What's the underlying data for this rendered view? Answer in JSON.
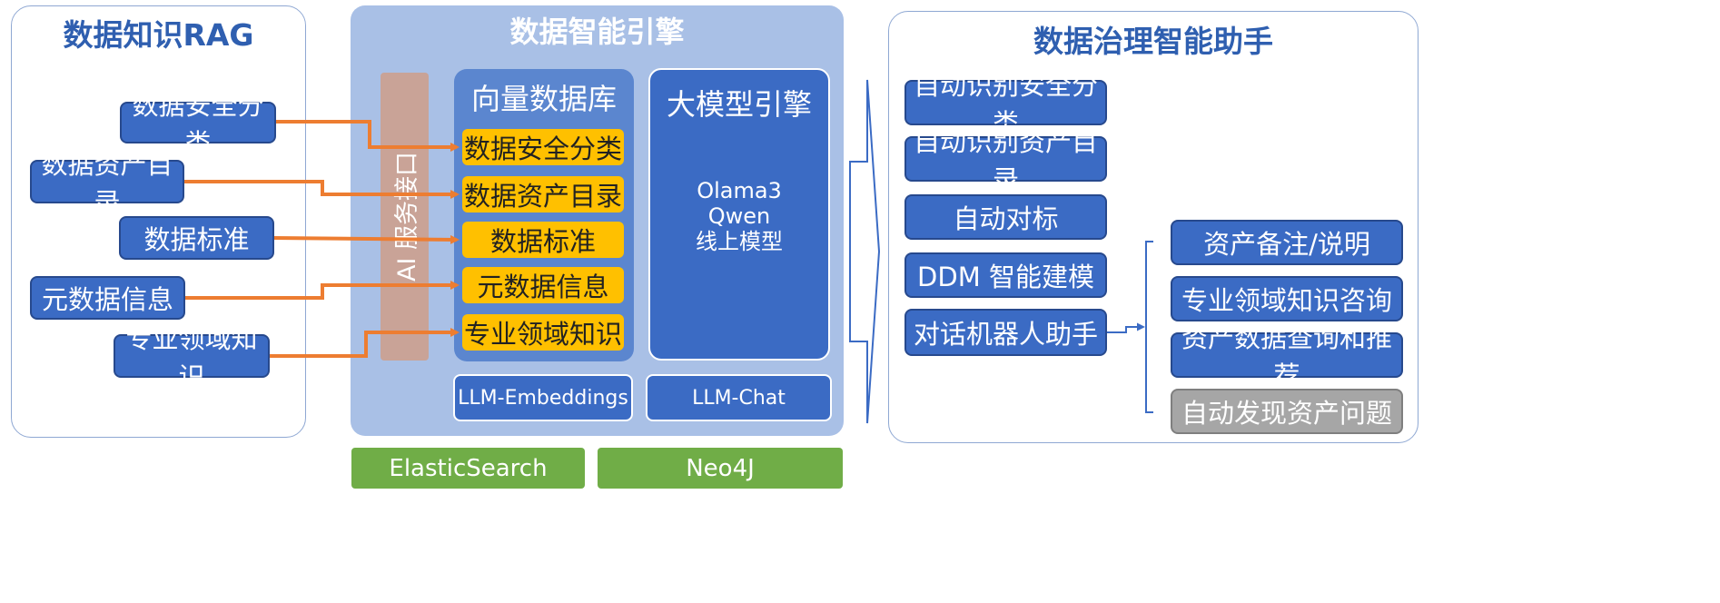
{
  "left_panel": {
    "title": "数据知识RAG",
    "items": [
      "数据安全分类",
      "数据资产目录",
      "数据标准",
      "元数据信息",
      "专业领域知识"
    ]
  },
  "engine": {
    "title": "数据智能引擎",
    "ai_interface": "AI 服务接口",
    "vector_db": {
      "title": "向量数据库",
      "items": [
        "数据安全分类",
        "数据资产目录",
        "数据标准",
        "元数据信息",
        "专业领域知识"
      ]
    },
    "llm_engine": {
      "title": "大模型引擎",
      "models": [
        "Olama3",
        "Qwen",
        "线上模型"
      ]
    },
    "embeddings_label": "LLM-Embeddings",
    "chat_label": "LLM-Chat"
  },
  "bottom": {
    "es": "ElasticSearch",
    "neo4j": "Neo4J"
  },
  "right_panel": {
    "title": "数据治理智能助手",
    "items": [
      "自动识别安全分类",
      "自动识别资产目录",
      "自动对标",
      "DDM 智能建模",
      "对话机器人助手"
    ],
    "sub_items": [
      "资产备注/说明",
      "专业领域知识咨询",
      "资产数据查询和推荐",
      "自动发现资产问题"
    ]
  },
  "colors": {
    "primary_blue": "#3b6bc4",
    "panel_blue": "#a9c0e6",
    "orange_box": "#ffc000",
    "connector_orange": "#ed7d31",
    "green": "#70ad47",
    "gray": "#a6a6a6"
  }
}
